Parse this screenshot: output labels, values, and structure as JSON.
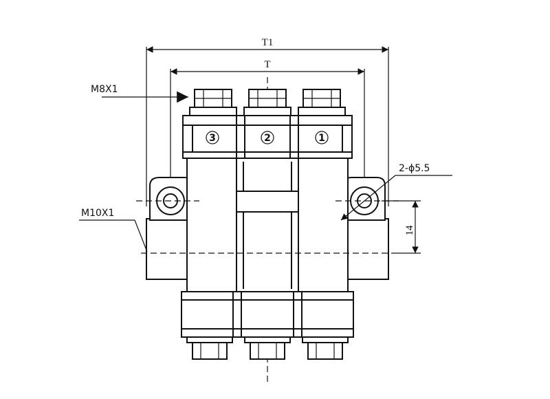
{
  "dimensions": {
    "overall_width_label": "T1",
    "body_width_label": "T",
    "hole_spacing_value": "14"
  },
  "callouts": {
    "top_thread": "M8X1",
    "side_thread": "M10X1",
    "mounting_holes": "2-ϕ5.5"
  },
  "ports": [
    "3",
    "2",
    "1"
  ]
}
